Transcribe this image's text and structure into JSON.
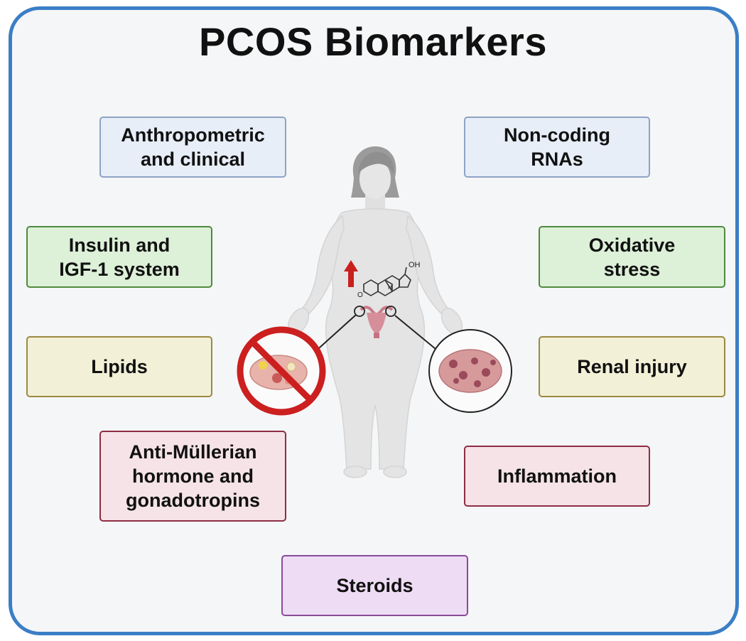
{
  "title": "PCOS Biomarkers",
  "colors": {
    "frame_border": "#3a7ec6",
    "blue_fill": "#e8eef8",
    "blue_border": "#8ea3c4",
    "green_fill": "#ddf0d8",
    "green_border": "#4f8a3e",
    "yellow_fill": "#f2f0d6",
    "yellow_border": "#9a8a42",
    "pink_fill": "#f5e3e7",
    "pink_border": "#8f2d45",
    "purple_fill": "#eedcf4",
    "purple_border": "#8a4a9a",
    "prohibition_red": "#cc1f1f",
    "arrow_red": "#c8201c"
  },
  "boxes": {
    "anthropometric": "Anthropometric\nand clinical",
    "noncoding": "Non-coding\nRNAs",
    "insulin": "Insulin and\nIGF-1 system",
    "oxidative": "Oxidative\nstress",
    "lipids": "Lipids",
    "renal": "Renal injury",
    "amh": "Anti-Müllerian\nhormone and\ngonadotropins",
    "inflammation": "Inflammation",
    "steroids": "Steroids"
  },
  "figure": {
    "steroid_label": "OH",
    "steroid_ketone": "O",
    "steroid_h": "H"
  }
}
